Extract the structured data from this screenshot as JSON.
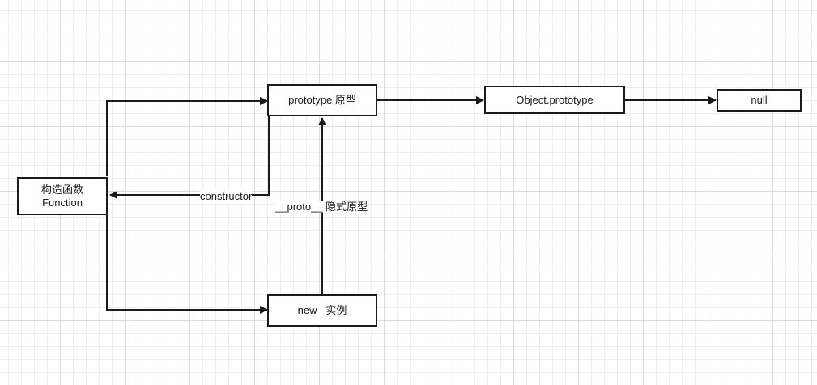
{
  "nodes": {
    "constructor_fn": {
      "line1": "构造函数",
      "line2": "Function"
    },
    "prototype": {
      "label": "prototype 原型"
    },
    "object_prototype": {
      "label": "Object.prototype"
    },
    "null_node": {
      "label": "null"
    },
    "instance": {
      "label": "new   实例"
    }
  },
  "edge_labels": {
    "constructor": "constructor",
    "proto": "__proto__ 隐式原型"
  },
  "colors": {
    "stroke": "#1a1a1a",
    "grid_major": "#dcdcdc",
    "grid_minor": "#f0f0f0"
  }
}
